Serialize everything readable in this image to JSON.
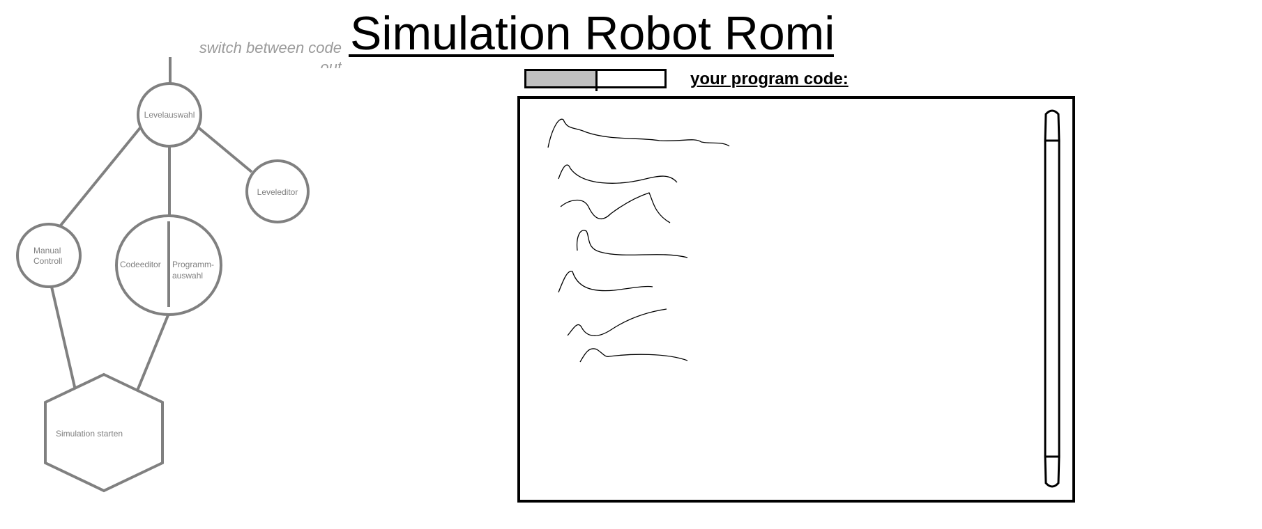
{
  "title": "Simulation Robot Romi",
  "hint": {
    "line1": "switch between code",
    "line2": "out"
  },
  "toggle": {
    "fill": 0.5
  },
  "editor": {
    "label": "your program code:"
  },
  "diagram": {
    "nodes": {
      "levelauswahl": "Levelauswahl",
      "leveleditor": "Leveleditor",
      "manual_line1": "Manual",
      "manual_line2": "Controll",
      "codeeditor": "Codeeditor",
      "programm_line1": "Programm-",
      "programm_line2": "auswahl",
      "simulation": "Simulation starten"
    }
  },
  "colors": {
    "diagram_stroke": "#808080",
    "toggle_fill": "#c0c0c0",
    "text": "#000000"
  }
}
